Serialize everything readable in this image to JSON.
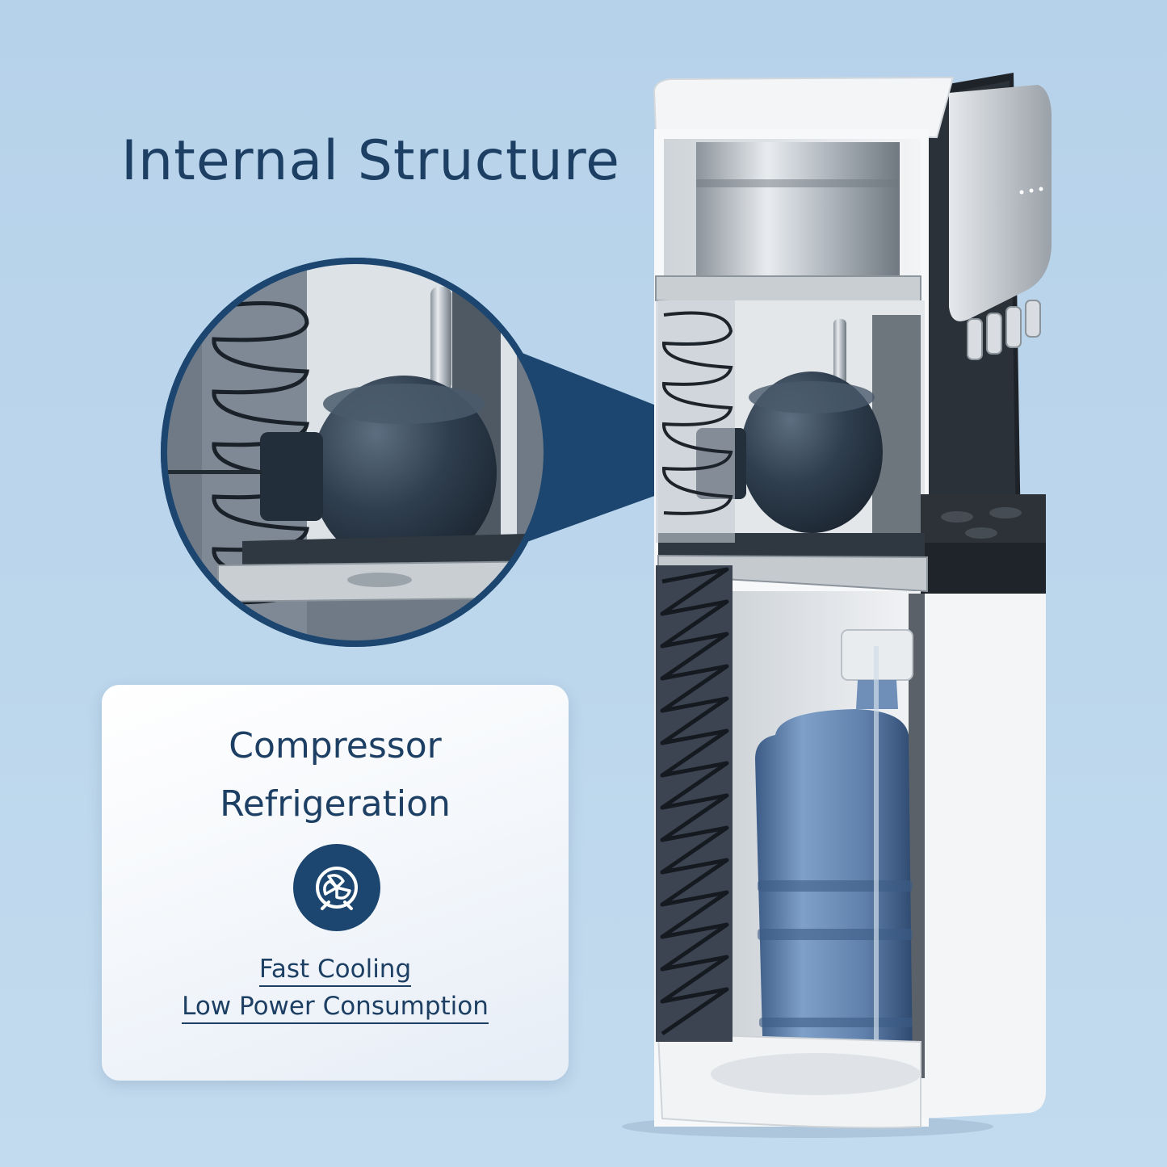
{
  "heading": {
    "title": "Internal Structure"
  },
  "card": {
    "title_line1": "Compressor",
    "title_line2": "Refrigeration",
    "icon": "cooling-fan-icon",
    "features": [
      "Fast Cooling",
      "Low Power Consumption"
    ]
  },
  "colors": {
    "accent": "#1c4670",
    "text": "#1c3f63",
    "background": "#b8d4eb",
    "compressor": "#2a3846",
    "dispenser_body": "#f7f8fa"
  }
}
